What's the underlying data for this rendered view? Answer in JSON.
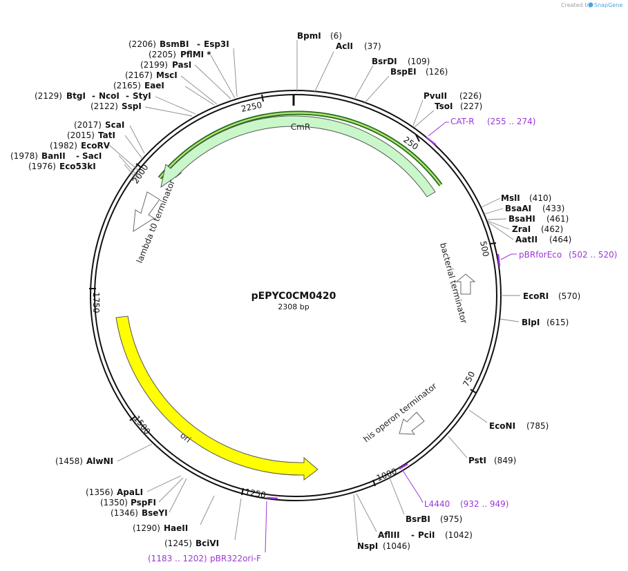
{
  "plasmid": {
    "name": "pEPYC0CM0420",
    "size": "2308 bp"
  },
  "credit": {
    "prefix": "Created by",
    "brand": "SnapGene"
  },
  "ruler_ticks": [
    "250",
    "500",
    "750",
    "1000",
    "1250",
    "1500",
    "1750",
    "2000",
    "2250"
  ],
  "features": [
    {
      "id": "cmr",
      "label": "CmR",
      "color": "#c9f7c9",
      "type": "cds"
    },
    {
      "id": "ori",
      "label": "ori",
      "color": "#ffff00",
      "type": "origin"
    },
    {
      "id": "lambda",
      "label": "lambda t0 terminator",
      "type": "terminator"
    },
    {
      "id": "bacterial",
      "label": "bacterial terminator",
      "type": "terminator"
    },
    {
      "id": "his",
      "label": "his operon terminator",
      "type": "terminator"
    }
  ],
  "primers": [
    {
      "name": "CAT-R",
      "range": "(255 .. 274)"
    },
    {
      "name": "pBRforEco",
      "range": "(502 .. 520)"
    },
    {
      "name": "L4440",
      "range": "(932 .. 949)"
    },
    {
      "name": "pBR322ori-F",
      "range": "(1183 .. 1202)"
    }
  ],
  "enzymes": {
    "bpmi": {
      "name": "BpmI",
      "pos": "(6)"
    },
    "acli": {
      "name": "AclI",
      "pos": "(37)"
    },
    "bsrdi": {
      "name": "BsrDI",
      "pos": "(109)"
    },
    "bspei": {
      "name": "BspEI",
      "pos": "(126)"
    },
    "pvuii": {
      "name": "PvuII",
      "pos": "(226)"
    },
    "tsoi": {
      "name": "TsoI",
      "pos": "(227)"
    },
    "msli": {
      "name": "MslI",
      "pos": "(410)"
    },
    "bsaai": {
      "name": "BsaAI",
      "pos": "(433)"
    },
    "bsahi": {
      "name": "BsaHI",
      "pos": "(461)"
    },
    "zrai": {
      "name": "ZraI",
      "pos": "(462)"
    },
    "aatii": {
      "name": "AatII",
      "pos": "(464)"
    },
    "ecori": {
      "name": "EcoRI",
      "pos": "(570)"
    },
    "blpi": {
      "name": "BlpI",
      "pos": "(615)"
    },
    "econi": {
      "name": "EcoNI",
      "pos": "(785)"
    },
    "psti": {
      "name": "PstI",
      "pos": "(849)"
    },
    "bsrbi": {
      "name": "BsrBI",
      "pos": "(975)"
    },
    "afliii": {
      "name": "AflIII",
      "pos": ""
    },
    "pcii": {
      "name": "PciI",
      "pos": "(1042)"
    },
    "nspi": {
      "name": "NspI",
      "pos": "(1046)"
    },
    "bcivi": {
      "name": "BciVI",
      "pos": "(1245)"
    },
    "haeii": {
      "name": "HaeII",
      "pos": "(1290)"
    },
    "bseyi": {
      "name": "BseYI",
      "pos": "(1346)"
    },
    "pspfi": {
      "name": "PspFI",
      "pos": "(1350)"
    },
    "apali": {
      "name": "ApaLI",
      "pos": "(1356)"
    },
    "alwni": {
      "name": "AlwNI",
      "pos": "(1458)"
    },
    "eco53ki": {
      "name": "Eco53kI",
      "pos": "(1976)"
    },
    "banii": {
      "name": "BanII",
      "pos": "(1978)"
    },
    "saci": {
      "name": "SacI",
      "pos": ""
    },
    "ecorv": {
      "name": "EcoRV",
      "pos": "(1982)"
    },
    "tati": {
      "name": "TatI",
      "pos": "(2015)"
    },
    "scai": {
      "name": "ScaI",
      "pos": "(2017)"
    },
    "sspi": {
      "name": "SspI",
      "pos": "(2122)"
    },
    "btgi": {
      "name": "BtgI",
      "pos": "(2129)"
    },
    "ncoi": {
      "name": "NcoI",
      "pos": ""
    },
    "styi": {
      "name": "StyI",
      "pos": ""
    },
    "eaei": {
      "name": "EaeI",
      "pos": "(2165)"
    },
    "msci": {
      "name": "MscI",
      "pos": "(2167)"
    },
    "pasi": {
      "name": "PasI",
      "pos": "(2199)"
    },
    "pflmi": {
      "name": "PflMI *",
      "pos": "(2205)"
    },
    "bsmbi": {
      "name": "BsmBI",
      "pos": "(2206)"
    },
    "esp3i": {
      "name": "Esp3I",
      "pos": ""
    }
  },
  "separator": "-"
}
